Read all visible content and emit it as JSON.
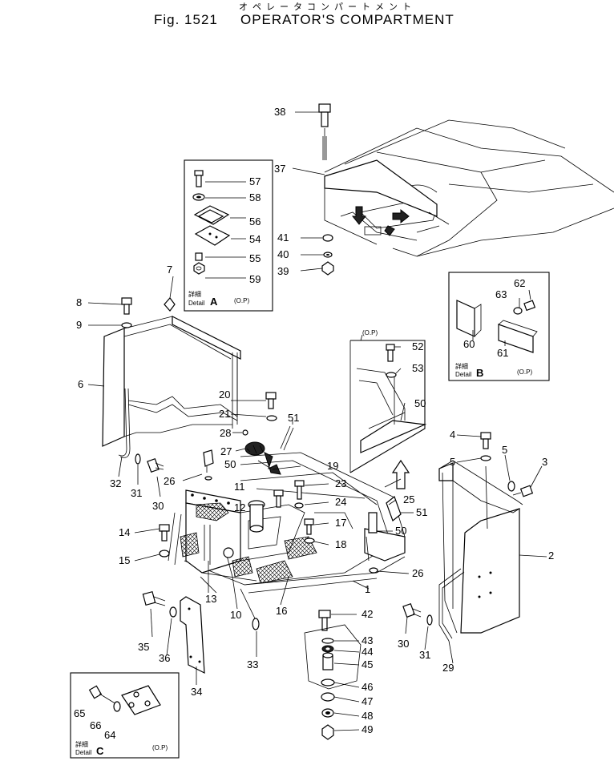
{
  "header": {
    "japanese_title": "オペレータコンパートメント",
    "figure_number": "Fig. 1521",
    "title": "OPERATOR'S COMPARTMENT"
  },
  "detail_boxes": {
    "A": {
      "jp": "詳細",
      "label": "Detail",
      "letter": "A",
      "op": "(O.P)"
    },
    "B": {
      "jp": "詳細",
      "label": "Detail",
      "letter": "B",
      "op": "(O.P)"
    },
    "C": {
      "jp": "詳細",
      "label": "Detail",
      "letter": "C",
      "op": "(O.P)"
    },
    "mid_op": "(O.P)"
  },
  "part_numbers": [
    "1",
    "2",
    "3",
    "4",
    "5",
    "5",
    "6",
    "7",
    "8",
    "9",
    "10",
    "11",
    "12",
    "13",
    "14",
    "15",
    "16",
    "17",
    "18",
    "19",
    "20",
    "21",
    "23",
    "24",
    "25",
    "26",
    "26",
    "27",
    "28",
    "29",
    "30",
    "30",
    "31",
    "31",
    "32",
    "33",
    "34",
    "35",
    "36",
    "37",
    "38",
    "39",
    "40",
    "41",
    "42",
    "43",
    "44",
    "45",
    "46",
    "47",
    "48",
    "49",
    "50",
    "50",
    "50",
    "51",
    "51",
    "52",
    "53",
    "54",
    "55",
    "56",
    "57",
    "58",
    "59",
    "60",
    "61",
    "62",
    "63",
    "64",
    "65",
    "66"
  ]
}
